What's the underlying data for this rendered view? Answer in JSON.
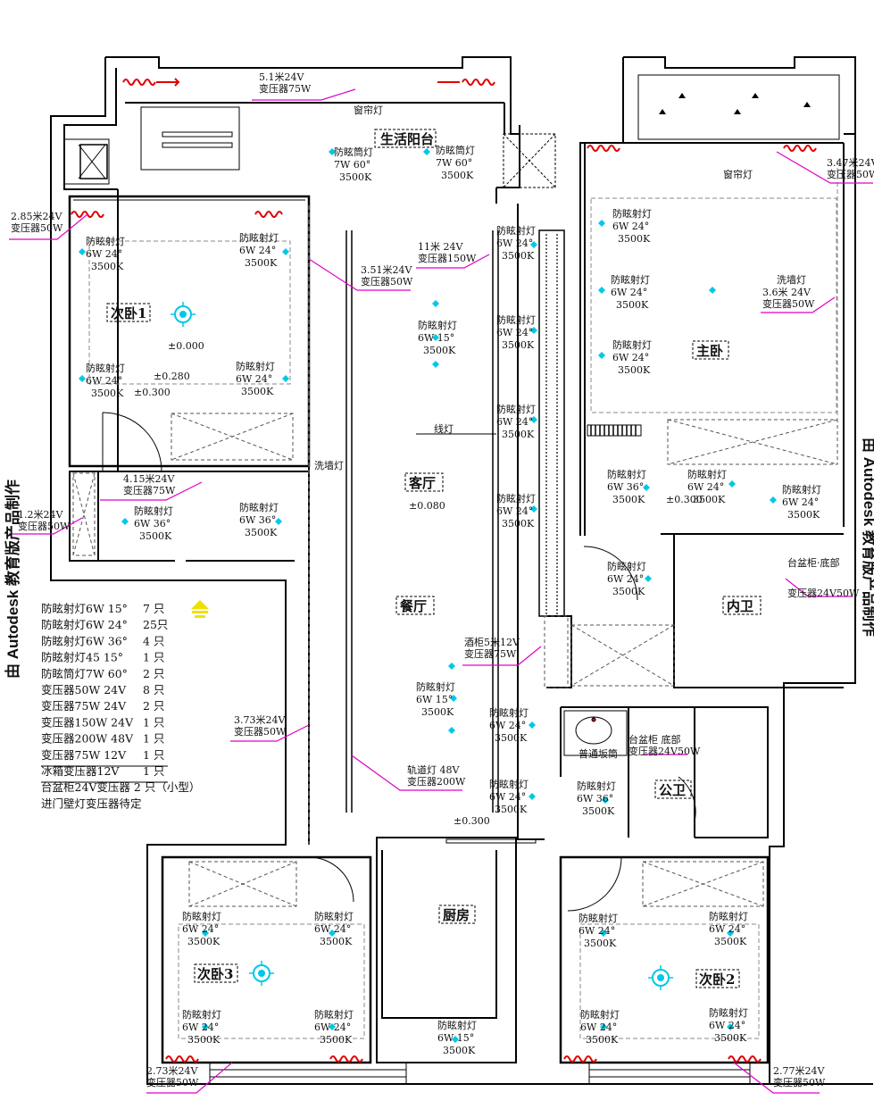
{
  "colors": {
    "wall": "#000000",
    "magenta": "#e000c8",
    "red": "#e00000",
    "cyan": "#00c8e8",
    "yellow": "#f0e000",
    "gray": "#888888"
  },
  "side_text_left": "由 Autodesk 教育版产品制作",
  "side_text_right": "由 Autodesk 教育版产品制作",
  "rooms": [
    {
      "id": "balcony",
      "label": "生活阳台"
    },
    {
      "id": "bed1",
      "label": "次卧1"
    },
    {
      "id": "master",
      "label": "主卧"
    },
    {
      "id": "living",
      "label": "客厅"
    },
    {
      "id": "dining",
      "label": "餐厅"
    },
    {
      "id": "inner_bath",
      "label": "内卫"
    },
    {
      "id": "public_bath",
      "label": "公卫"
    },
    {
      "id": "kitchen",
      "label": "厨房"
    },
    {
      "id": "bed3",
      "label": "次卧3"
    },
    {
      "id": "bed2",
      "label": "次卧2"
    }
  ],
  "levels": [
    "±0.000",
    "±0.280",
    "±0.300",
    "±0.080",
    "±0.300",
    "±0.300"
  ],
  "fixtures": [
    {
      "l1": "防眩筒灯",
      "l2": "7W  60°",
      "l3": "3500K"
    },
    {
      "l1": "防眩筒灯",
      "l2": "7W  60°",
      "l3": "3500K"
    },
    {
      "l1": "防眩射灯",
      "l2": "6W  24°",
      "l3": "3500K"
    },
    {
      "l1": "防眩射灯",
      "l2": "6W  24°",
      "l3": "3500K"
    },
    {
      "l1": "防眩射灯",
      "l2": "6W  24°",
      "l3": "3500K"
    },
    {
      "l1": "防眩射灯",
      "l2": "6W  24°",
      "l3": "3500K"
    },
    {
      "l1": "防眩射灯",
      "l2": "6W  36°",
      "l3": "3500K"
    },
    {
      "l1": "防眩射灯",
      "l2": "6W  36°",
      "l3": "3500K"
    },
    {
      "l1": "防眩射灯",
      "l2": "6W 15°",
      "l3": "3500K"
    },
    {
      "l1": "防眩射灯",
      "l2": "6W  24°",
      "l3": "3500K"
    },
    {
      "l1": "防眩射灯",
      "l2": "6W  24°",
      "l3": "3500K"
    },
    {
      "l1": "防眩射灯",
      "l2": "6W  24°",
      "l3": "3500K"
    },
    {
      "l1": "防眩射灯",
      "l2": "6W  24°",
      "l3": "3500K"
    },
    {
      "l1": "防眩射灯",
      "l2": "6W  24°",
      "l3": "3500K"
    },
    {
      "l1": "防眩射灯",
      "l2": "6W  24°",
      "l3": "3500K"
    },
    {
      "l1": "防眩射灯",
      "l2": "6W  24°",
      "l3": "3500K"
    },
    {
      "l1": "防眩射灯",
      "l2": "6W  36°",
      "l3": "3500K"
    },
    {
      "l1": "防眩射灯",
      "l2": "6W  24°",
      "l3": "3500K"
    },
    {
      "l1": "防眩射灯",
      "l2": "6W  24°",
      "l3": "3500K"
    },
    {
      "l1": "防眩射灯",
      "l2": "6W  24°",
      "l3": "3500K"
    },
    {
      "l1": "防眩射灯",
      "l2": "6W  15°",
      "l3": "3500K"
    },
    {
      "l1": "防眩射灯",
      "l2": "6W  24°",
      "l3": "3500K"
    },
    {
      "l1": "防眩射灯",
      "l2": "6W  24°",
      "l3": "3500K"
    },
    {
      "l1": "防眩射灯",
      "l2": "6W  36°",
      "l3": "3500K"
    },
    {
      "l1": "防眩射灯",
      "l2": "6W  24°",
      "l3": "3500K"
    },
    {
      "l1": "防眩射灯",
      "l2": "6W  24°",
      "l3": "3500K"
    },
    {
      "l1": "防眩射灯",
      "l2": "6W  24°",
      "l3": "3500K"
    },
    {
      "l1": "防眩射灯",
      "l2": "6W  24°",
      "l3": "3500K"
    },
    {
      "l1": "防眩射灯",
      "l2": "6W 15°",
      "l3": "3500K"
    },
    {
      "l1": "防眩射灯",
      "l2": "6W  24°",
      "l3": "3500K"
    },
    {
      "l1": "防眩射灯",
      "l2": "6W  24°",
      "l3": "3500K"
    },
    {
      "l1": "防眩射灯",
      "l2": "6W  24°",
      "l3": "3500K"
    },
    {
      "l1": "防眩射灯",
      "l2": "6W  24°",
      "l3": "3500K"
    }
  ],
  "transformers": [
    {
      "l1": "5.1米24V",
      "l2": "变压器75W"
    },
    {
      "l1": "3.47米24V",
      "l2": "变压器50W"
    },
    {
      "l1": "2.85米24V",
      "l2": "变压器50W"
    },
    {
      "l1": "11米 24V",
      "l2": "变压器150W"
    },
    {
      "l1": "3.51米24V",
      "l2": "变压器50W"
    },
    {
      "l1": "3.6米 24V",
      "l2": "变压器50W"
    },
    {
      "l1": "4.15米24V",
      "l2": "变压器75W"
    },
    {
      "l1": "1.2米24V",
      "l2": "变压器50W"
    },
    {
      "l1": "3.73米24V",
      "l2": "变压器50W"
    },
    {
      "l1": "酒柜5米12V",
      "l2": "变压器75W"
    },
    {
      "l1": "台盆柜 底部",
      "l2": "变压器24V50W"
    },
    {
      "l1": "轨道灯 48V",
      "l2": "变压器200W"
    },
    {
      "l1": "2.73米24V",
      "l2": "变压器50W"
    },
    {
      "l1": "2.77米24V",
      "l2": "变压器50W"
    }
  ],
  "notes": {
    "curtain1": "窗帘灯",
    "curtain2": "窗帘灯",
    "wall_wash1": "洗墙灯",
    "wall_wash2": "洗墙灯",
    "line_light": "线灯",
    "basin_cabinet": "台盆柜·底部",
    "basin_tf": "变压器24V50W",
    "basin_note": "普通坂筒"
  },
  "legend": [
    {
      "item": "防眩射灯6W 15°",
      "qty": "7 只"
    },
    {
      "item": "防眩射灯6W 24°",
      "qty": "25只"
    },
    {
      "item": "防眩射灯6W 36°",
      "qty": "4 只"
    },
    {
      "item": "防眩射灯45 15°",
      "qty": "1 只"
    },
    {
      "item": "防眩筒灯7W 60°",
      "qty": "2 只"
    },
    {
      "item": "变压器50W 24V",
      "qty": "8 只"
    },
    {
      "item": "变压器75W 24V",
      "qty": "2 只"
    },
    {
      "item": "变压器150W 24V",
      "qty": "1 只"
    },
    {
      "item": "变压器200W 48V",
      "qty": "1 只"
    },
    {
      "item": "变压器75W 12V",
      "qty": "1 只"
    },
    {
      "item": "冰箱变压器12V",
      "qty": "1 只"
    },
    {
      "item": "台盆柜24V变压器 2 只（小型）",
      "qty": ""
    },
    {
      "item": "进门壁灯变压器待定",
      "qty": ""
    }
  ]
}
